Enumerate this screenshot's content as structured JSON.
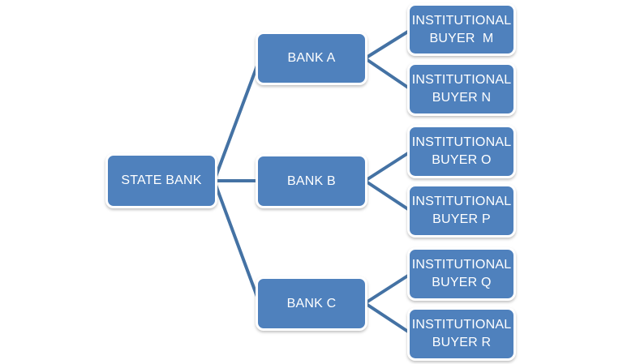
{
  "diagram": {
    "type": "tree",
    "root": {
      "label": "STATE BANK"
    },
    "banks": [
      {
        "label": "BANK A",
        "buyers": [
          {
            "label": "INSTITUTIONAL BUYER  M"
          },
          {
            "label": "INSTITUTIONAL BUYER N"
          }
        ]
      },
      {
        "label": "BANK B",
        "buyers": [
          {
            "label": "INSTITUTIONAL BUYER O"
          },
          {
            "label": "INSTITUTIONAL BUYER P"
          }
        ]
      },
      {
        "label": "BANK C",
        "buyers": [
          {
            "label": "INSTITUTIONAL BUYER Q"
          },
          {
            "label": "INSTITUTIONAL BUYER R"
          }
        ]
      }
    ],
    "colors": {
      "node_fill": "#4F81BD",
      "node_border": "#FFFFFF",
      "connector": "#4472A4",
      "text": "#FFFFFF"
    }
  }
}
